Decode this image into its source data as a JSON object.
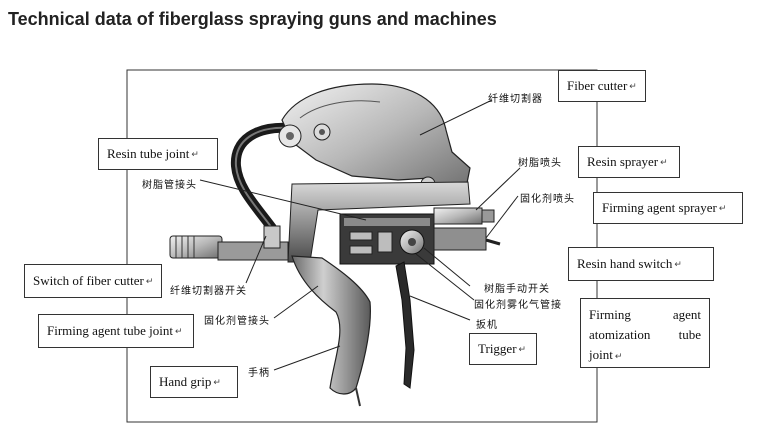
{
  "title": "Technical data of fiberglass spraying guns and machines",
  "return_mark": "↵",
  "labels_en": {
    "fiber_cutter": "Fiber cutter",
    "resin_tube_joint": "Resin tube joint",
    "resin_sprayer": "Resin sprayer",
    "firming_agent_sprayer": "Firming agent sprayer",
    "resin_hand_switch": "Resin hand switch",
    "switch_of_fiber_cutter": "Switch of fiber cutter",
    "firming_agent_tube_joint": "Firming agent tube joint",
    "firming_agent_atomization_tube_joint": {
      "line1_a": "Firming",
      "line1_b": "agent",
      "line2_a": "atomization",
      "line2_b": "tube",
      "line3": "joint"
    },
    "trigger": "Trigger",
    "hand_grip": "Hand grip"
  },
  "labels_cn": {
    "fiber_cutter": "纤维切割器",
    "resin_nozzle": "树脂喷头",
    "resin_tube_joint": "树脂管接头",
    "hardener_nozzle": "固化剂喷头",
    "fiber_cutter_switch": "纤维切割器开关",
    "resin_manual_switch": "树脂手动开关",
    "hardener_atomizing_tube_joint": "固化剂雾化气管接",
    "hardener_tube_joint": "固化剂管接头",
    "trigger": "扳机",
    "handle": "手柄"
  }
}
